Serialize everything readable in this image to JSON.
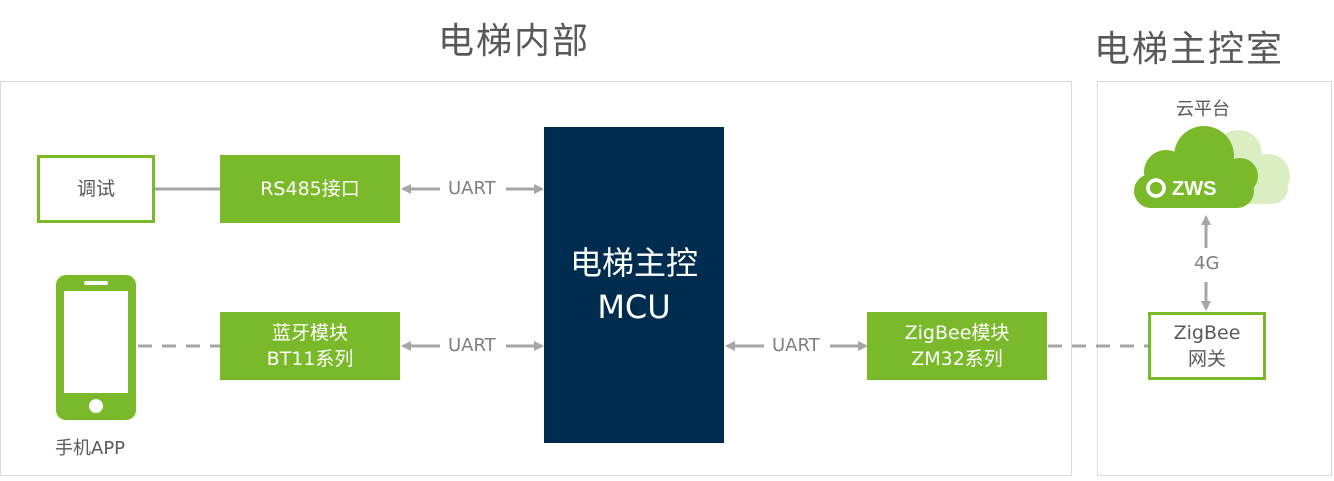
{
  "sections": {
    "inside_title": "电梯内部",
    "control_room_title": "电梯主控室"
  },
  "nodes": {
    "debug": "调试",
    "rs485": "RS485接口",
    "bt_line1": "蓝牙模块",
    "bt_line2": "BT11系列",
    "mcu_line1": "电梯主控",
    "mcu_line2": "MCU",
    "zigbee_line1": "ZigBee模块",
    "zigbee_line2": "ZM32系列",
    "gateway_line1": "ZigBee",
    "gateway_line2": "网关",
    "phone_label": "手机APP",
    "cloud_title": "云平台",
    "cloud_logo": "ZWS"
  },
  "links": {
    "uart_rs485": "UART",
    "uart_bt": "UART",
    "uart_zigbee": "UART",
    "cloud_4g": "4G"
  },
  "colors": {
    "green": "#7ab929",
    "navy": "#002d4f",
    "gray_line": "#a6a6a6",
    "text_gray": "#595959"
  }
}
